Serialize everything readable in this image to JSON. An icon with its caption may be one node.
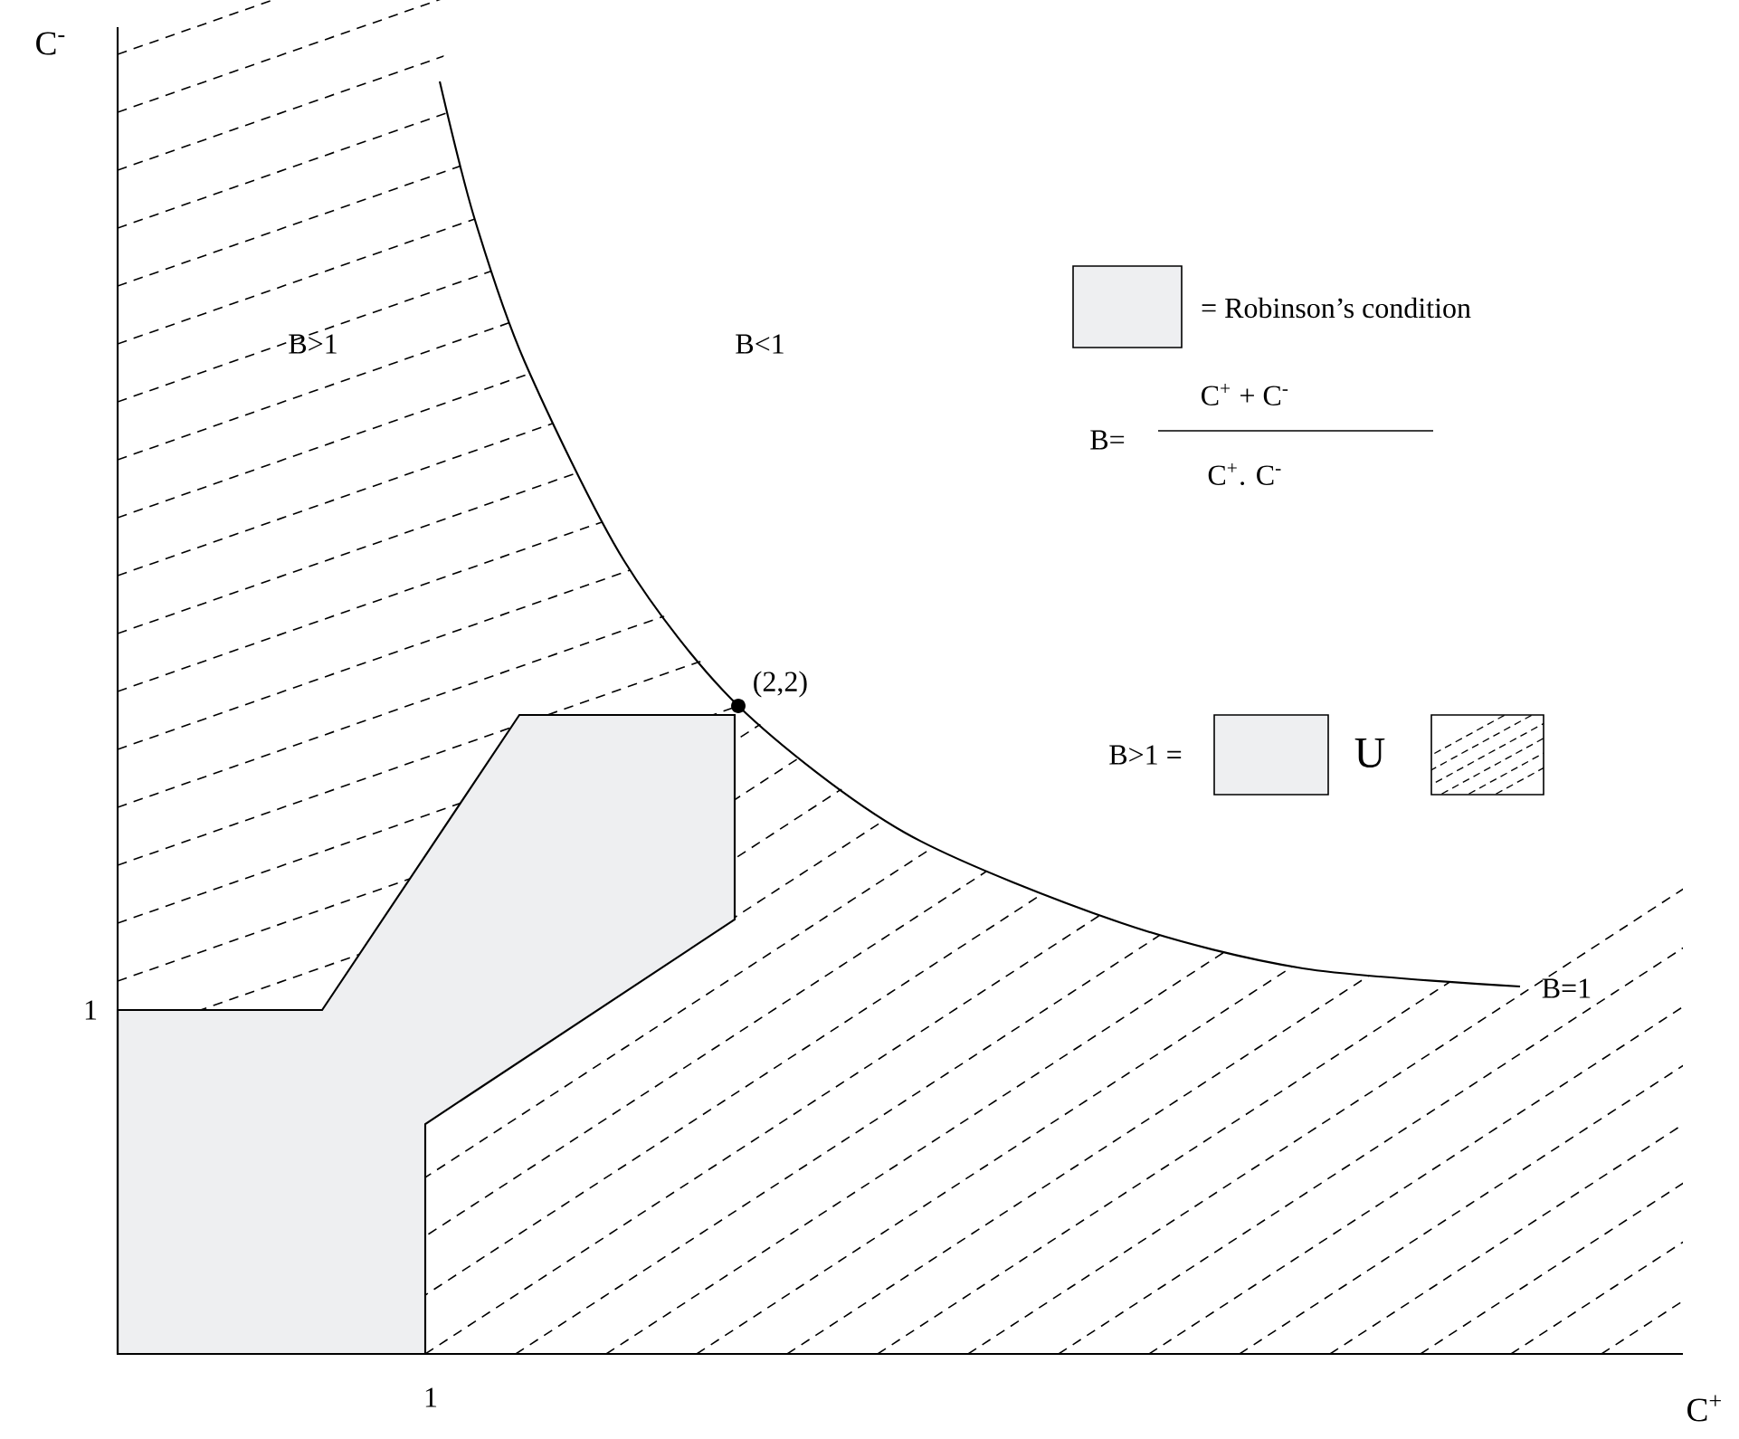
{
  "diagram": {
    "labels": [
      "C$^{-}$",
      "B>1",
      "B<1",
      "B=",
      "C$^{+}$ + C$^{-}$",
      "C$^{+}$. C$^{-}$",
      "(2,2)",
      "B>1 =",
      "U",
      "1",
      "1",
      "B=1",
      "C$^{+}$"
    ],
    "legend": [
      {
        "text": "= Robinson’s condition",
        "color": "#eeeff1"
      }
    ]
  }
}
